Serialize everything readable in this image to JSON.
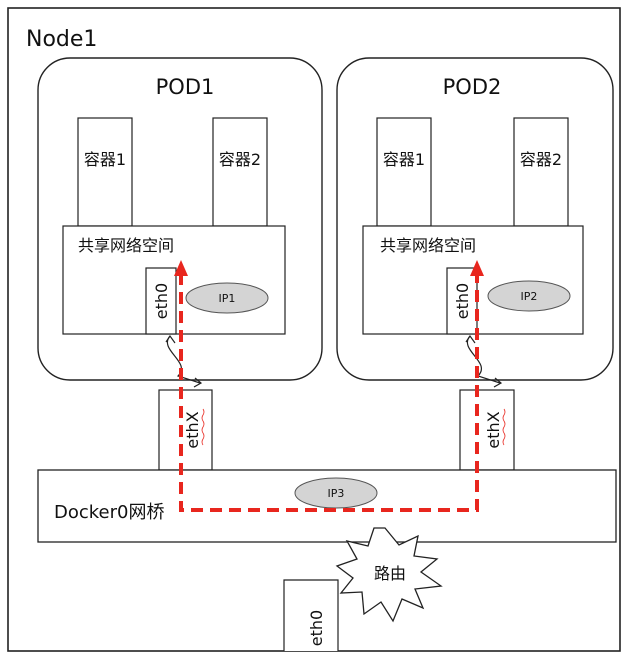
{
  "node": {
    "title": "Node1"
  },
  "pods": [
    {
      "title": "POD1",
      "containers": [
        "容器1",
        "容器2"
      ],
      "shared_netns": "共享网络空间",
      "eth": "eth0",
      "ip": "IP1",
      "veth": "ethX"
    },
    {
      "title": "POD2",
      "containers": [
        "容器1",
        "容器2"
      ],
      "shared_netns": "共享网络空间",
      "eth": "eth0",
      "ip": "IP2",
      "veth": "ethX"
    }
  ],
  "bridge": {
    "label": "Docker0网桥",
    "ip": "IP3"
  },
  "router": {
    "label": "路由"
  },
  "host_eth": {
    "label": "eth0"
  },
  "colors": {
    "path": "#e8261e",
    "ip_fill": "#d4d4d4",
    "border": "#222222",
    "veth_underline": "#e8261e"
  }
}
